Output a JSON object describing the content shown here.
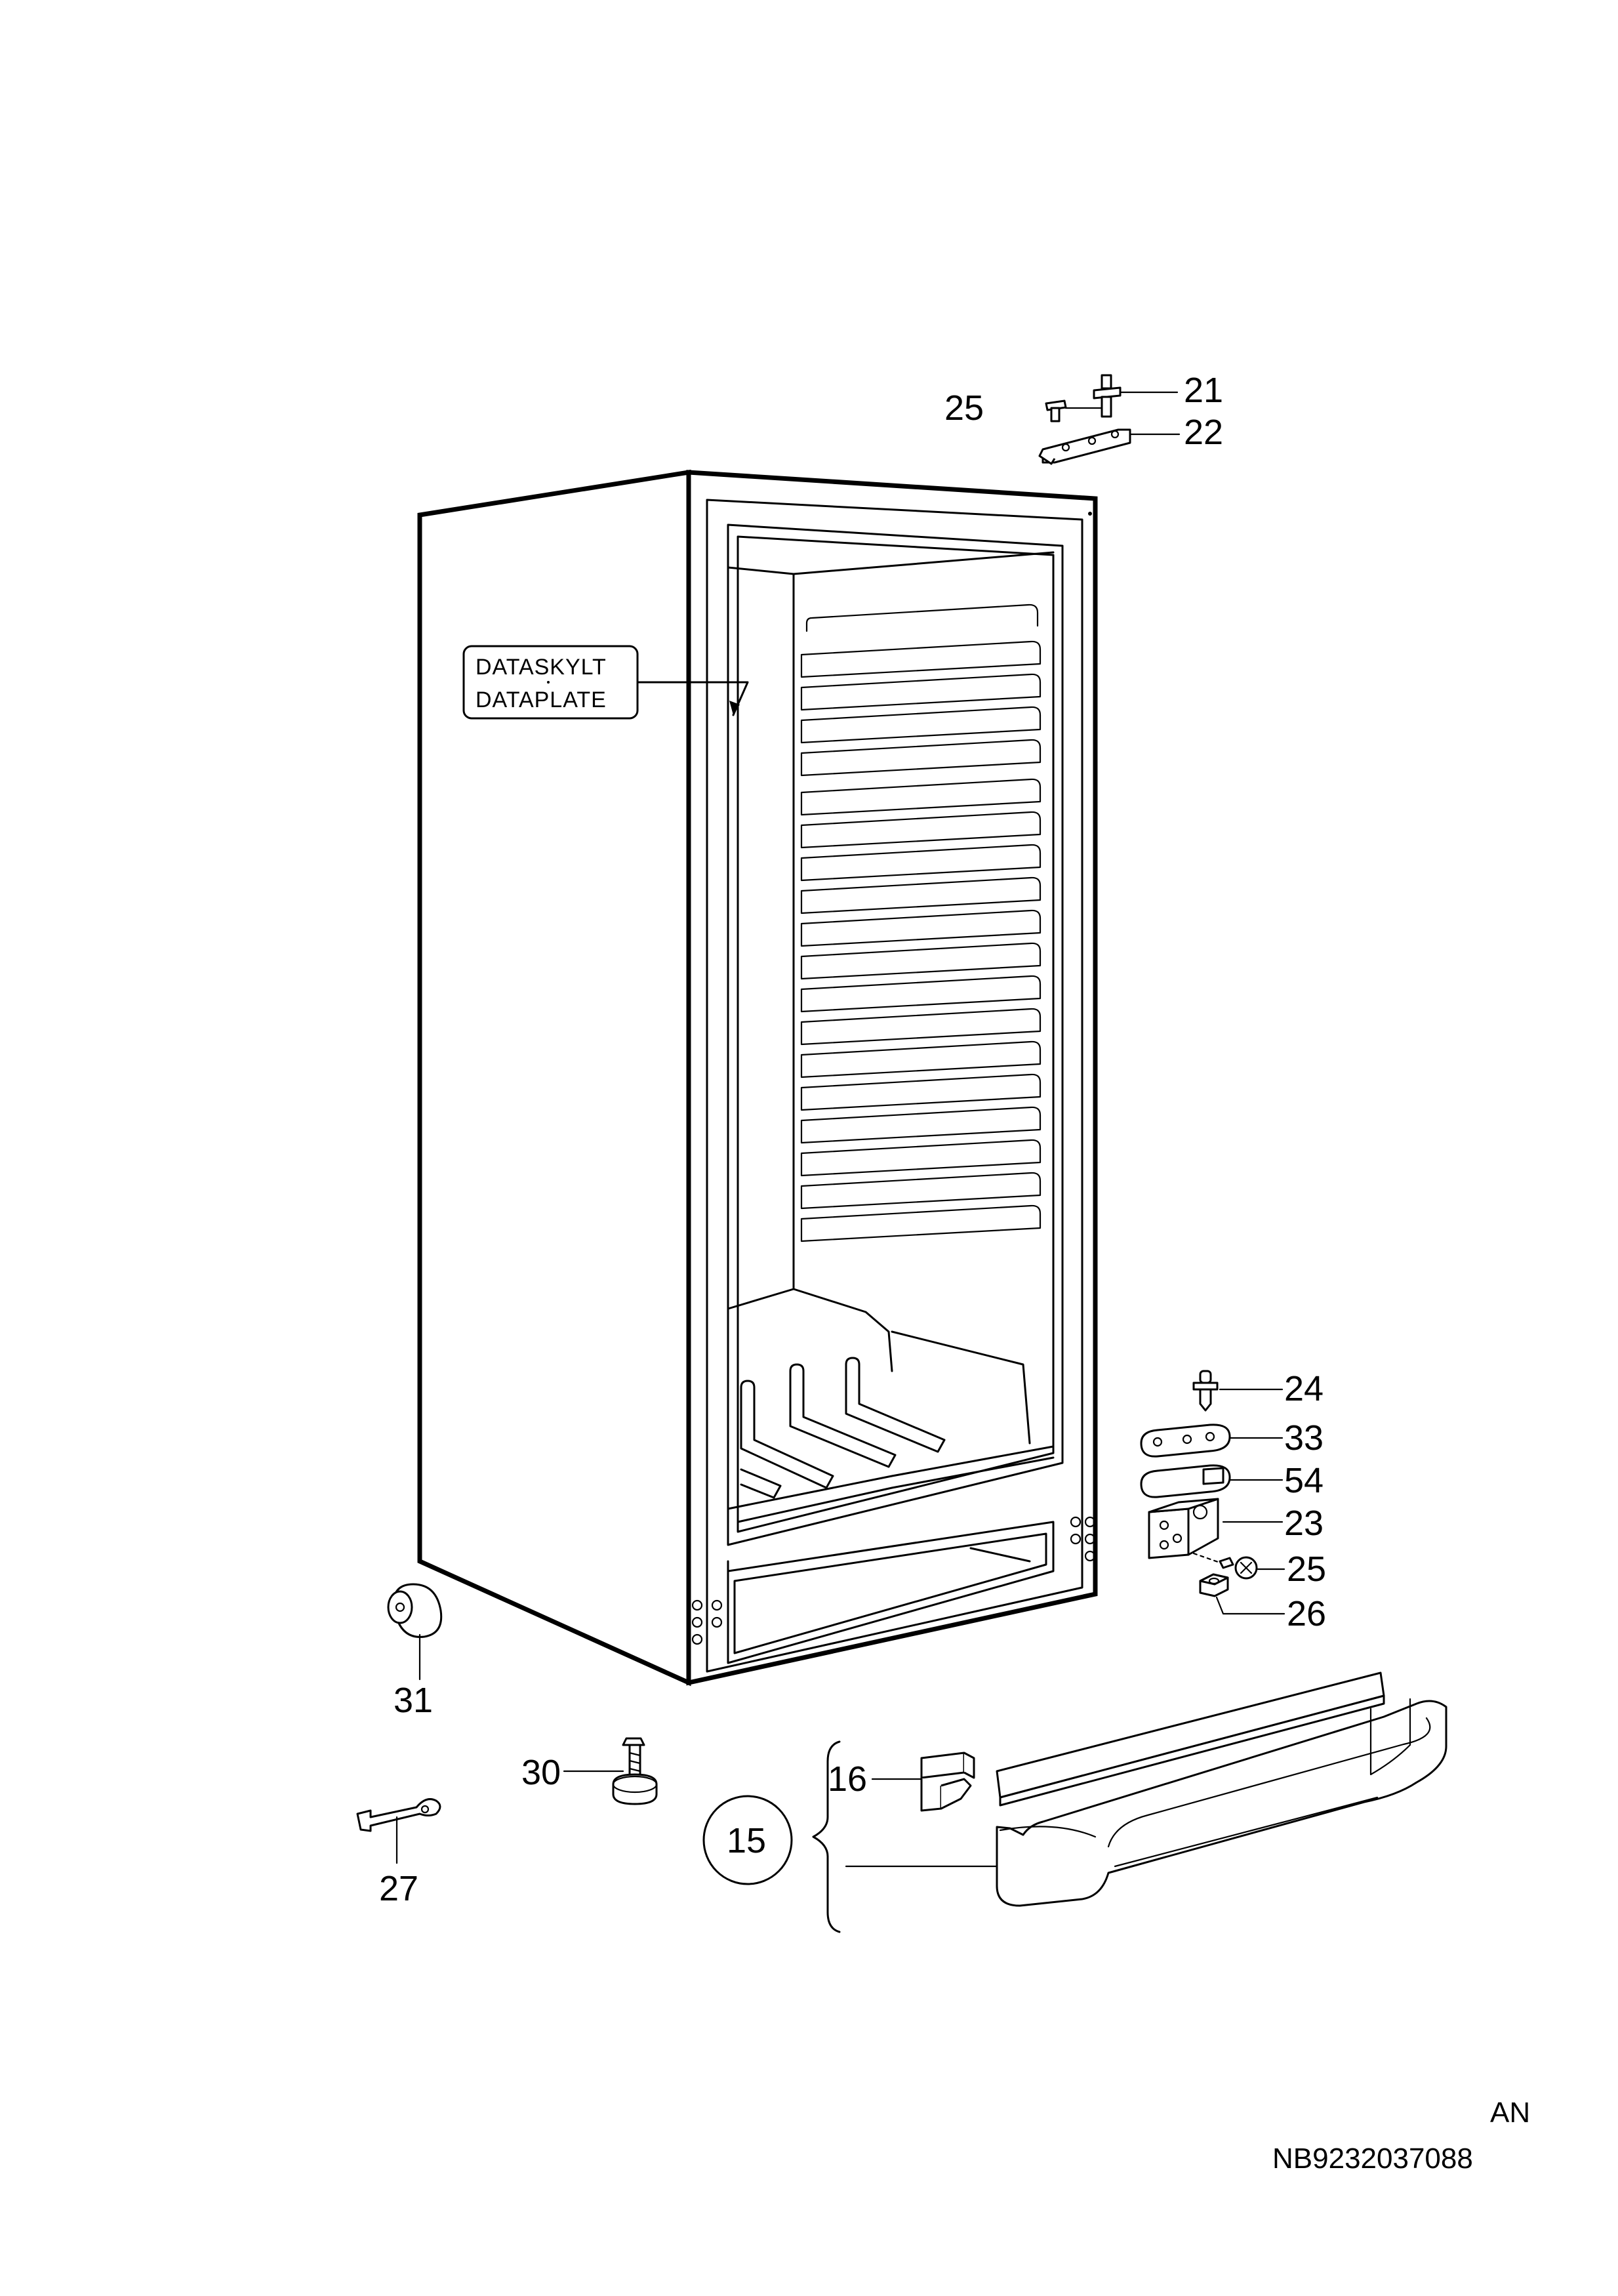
{
  "callouts": {
    "c21": "21",
    "c22": "22",
    "c25_top": "25",
    "c24": "24",
    "c33": "33",
    "c54": "54",
    "c23": "23",
    "c25_mid": "25",
    "c26": "26",
    "c31": "31",
    "c30": "30",
    "c27": "27",
    "c16": "16",
    "c15": "15"
  },
  "data_plate": {
    "line1": "DATASKYLT",
    "line2": "DATAPLATE"
  },
  "footer": {
    "code1": "AN",
    "code2": "NB9232037088"
  }
}
